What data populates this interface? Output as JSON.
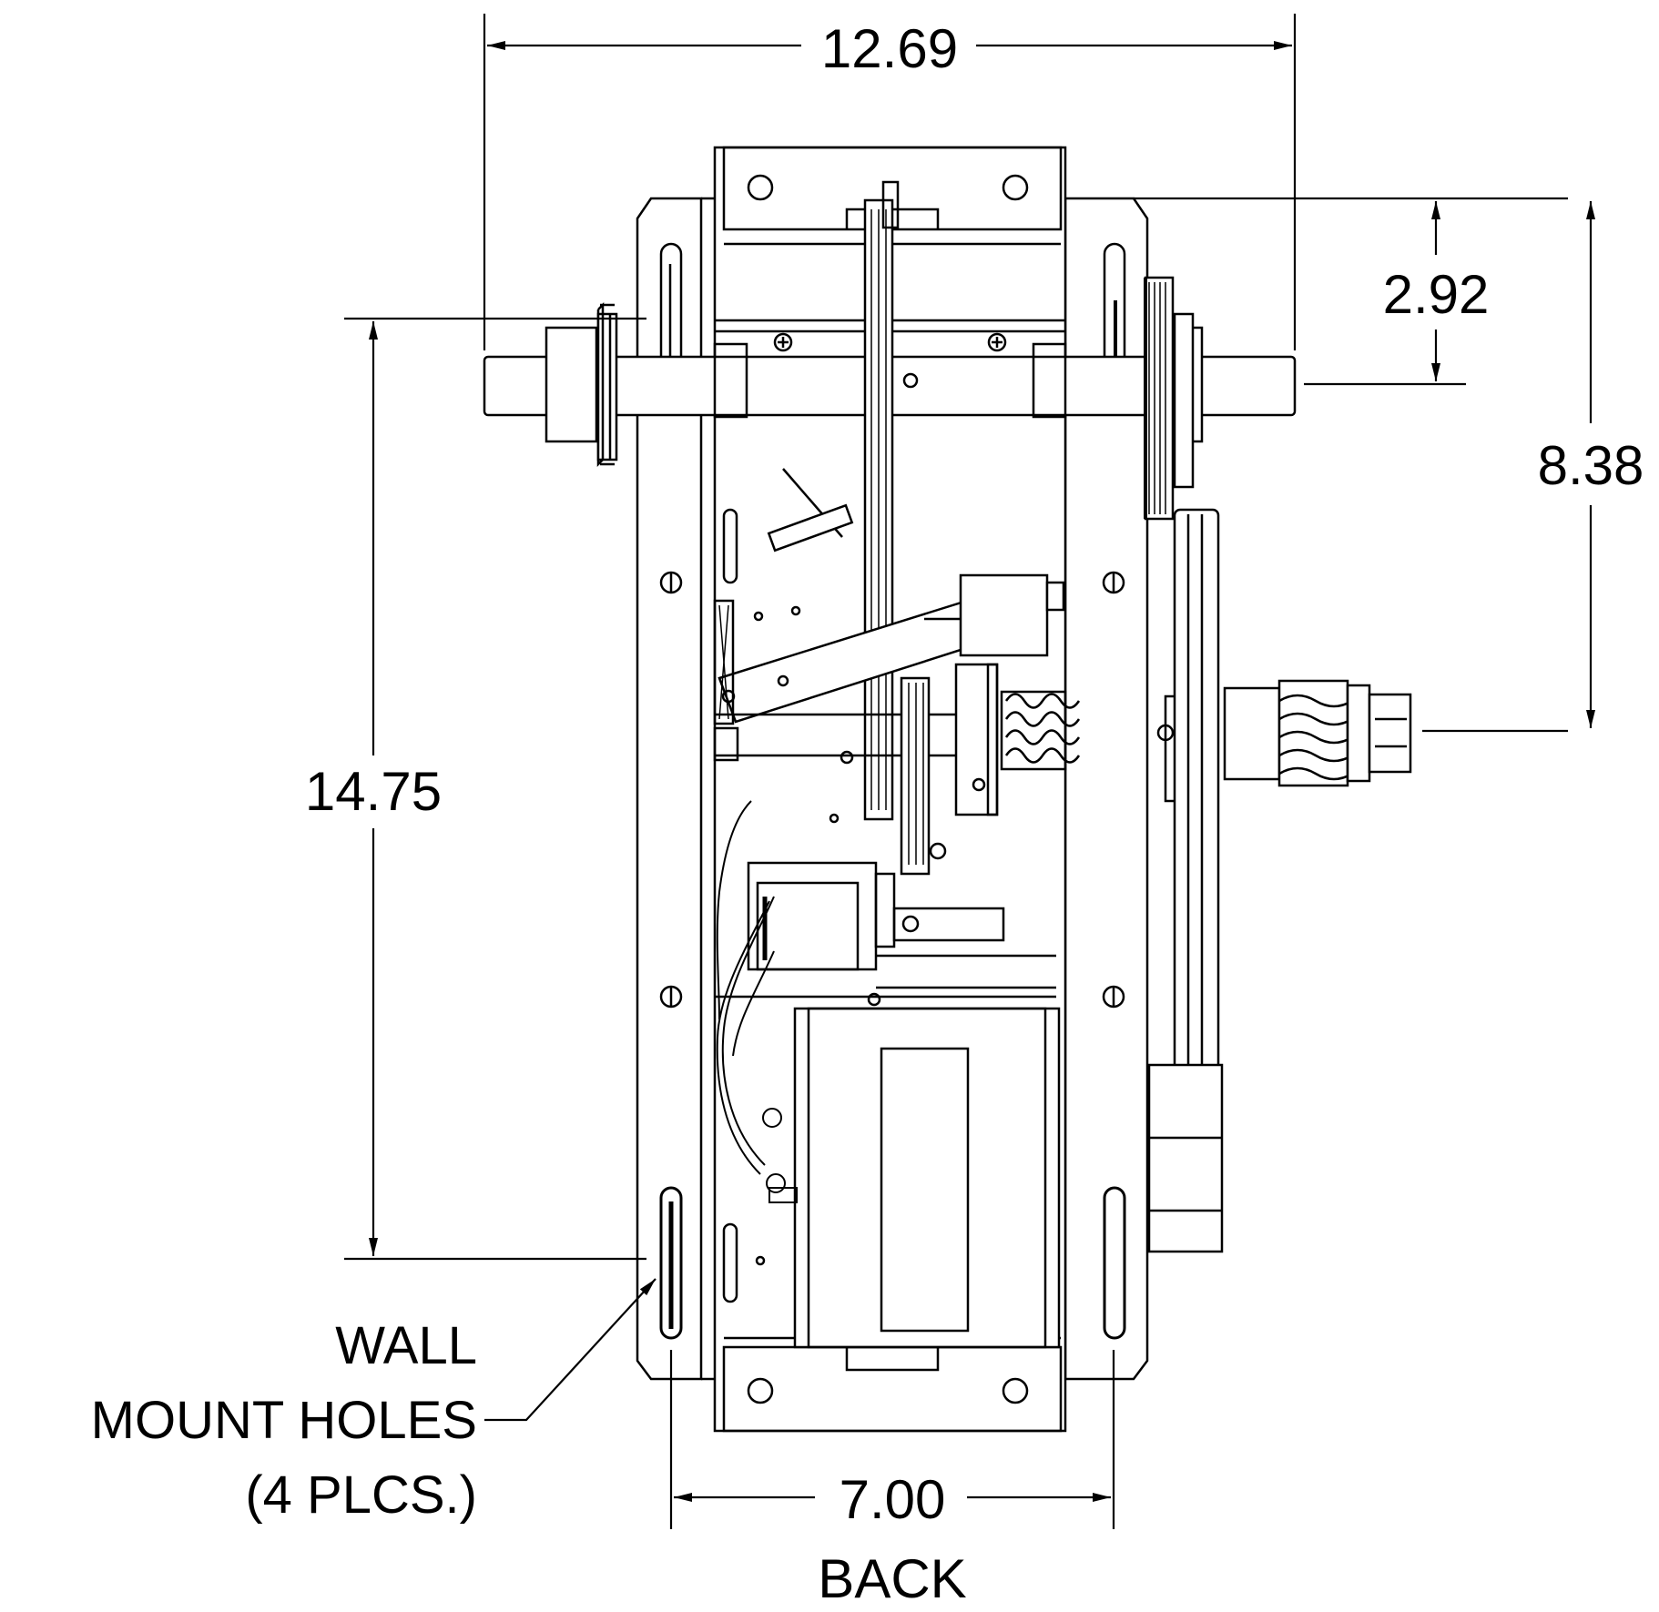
{
  "dimensions": {
    "overall_width": "12.69",
    "top_to_shaft": "2.92",
    "top_to_output_shaft": "8.38",
    "mount_hole_spacing_vertical": "14.75",
    "mount_hole_spacing_horizontal": "7.00"
  },
  "callout": {
    "line1": "WALL",
    "line2": "MOUNT HOLES",
    "line3": "(4 PLCS.)"
  },
  "view_label": "BACK"
}
